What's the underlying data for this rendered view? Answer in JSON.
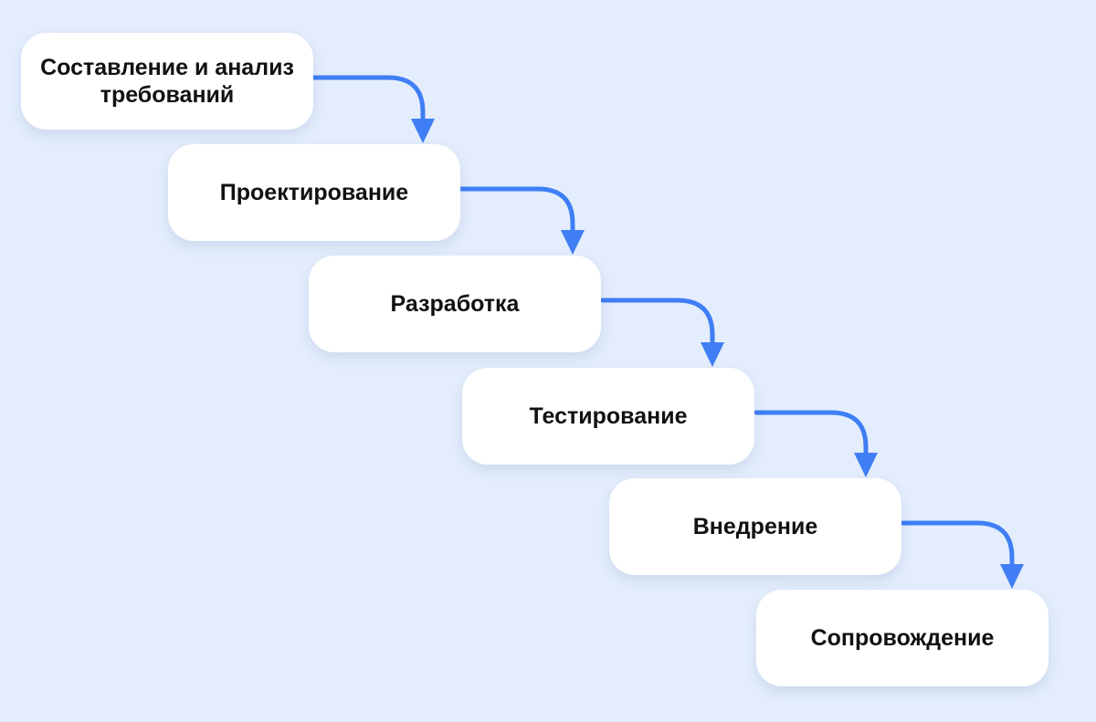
{
  "colors": {
    "background": "#E3EDFC",
    "box": "#FFFFFF",
    "arrow": "#3F7EF5",
    "text": "#111111"
  },
  "steps": [
    {
      "label": "Составление и анализ требований"
    },
    {
      "label": "Проектирование"
    },
    {
      "label": "Разработка"
    },
    {
      "label": "Тестирование"
    },
    {
      "label": "Внедрение"
    },
    {
      "label": "Сопровождение"
    }
  ]
}
